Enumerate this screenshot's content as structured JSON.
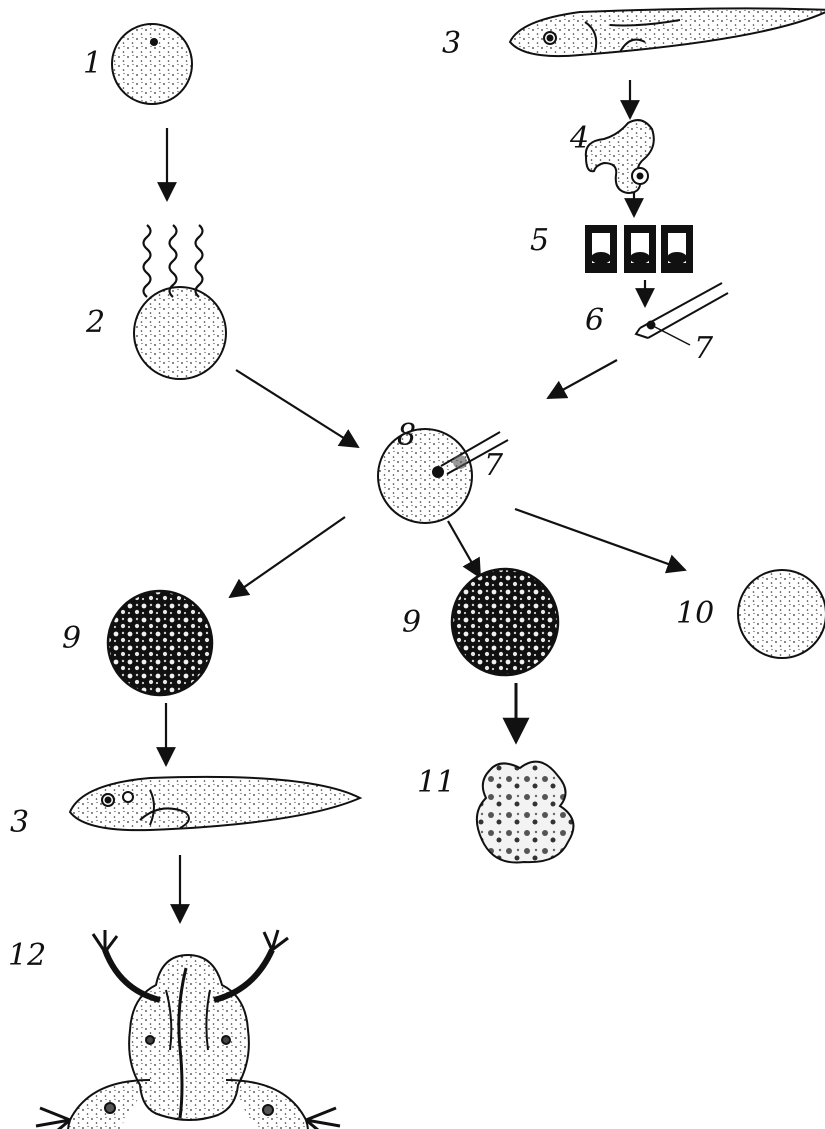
{
  "diagram": {
    "labels": {
      "egg_unfertilized": "1",
      "egg_irradiated": "2",
      "tadpole_donor": "3",
      "intestine": "4",
      "isolated_cells": "5",
      "micropipette": "6",
      "nucleus_pipette": "7",
      "nucleus_injected": "7",
      "injected_egg": "8",
      "blastula_left": "9",
      "blastula_middle": "9",
      "failed_egg": "10",
      "abnormal_embryo": "11",
      "tadpole_result": "3",
      "adult_frog": "12"
    },
    "colors": {
      "ink": "#111111",
      "stipple": "#2a2a2a",
      "dark_cell": "#0e0e0e",
      "paper": "#ffffff"
    }
  }
}
